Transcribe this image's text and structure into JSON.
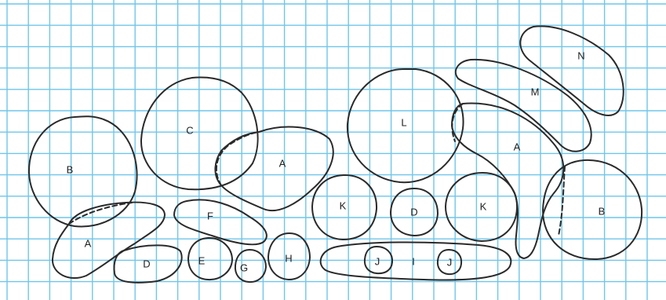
{
  "diagram": {
    "grid_color": "#6fc6ea",
    "outline_color": "#2a2a2a",
    "labels": {
      "b_left": "B",
      "a_bottom": "A",
      "c": "C",
      "a_center": "A",
      "f": "F",
      "d_small": "D",
      "e": "E",
      "g": "G",
      "h": "H",
      "k_left": "K",
      "d_center": "D",
      "k_right": "K",
      "l": "L",
      "j_left": "J",
      "i": "I",
      "j_right": "J",
      "a_right": "A",
      "m": "M",
      "n": "N",
      "b_right": "B"
    }
  }
}
